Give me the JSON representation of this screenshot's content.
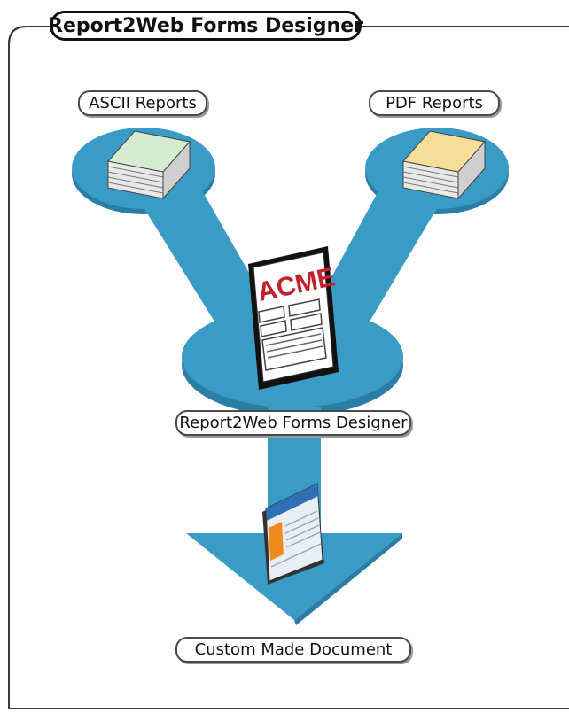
{
  "title": "Report2Web Forms Designer",
  "labels": {
    "ascii_reports": "ASCII Reports",
    "pdf_reports": "PDF Reports",
    "designer": "Report2Web Forms Designer",
    "output": "Custom Made Document"
  },
  "form_logo_text": "ACME",
  "colors": {
    "flow_blue": "#3a9bc4",
    "flow_shadow": "#2a7ea6",
    "frame": "#3a3a3a",
    "logo_red": "#c4202b"
  },
  "icons": {
    "ascii_stack": "paper-stack-green-icon",
    "pdf_stack": "paper-stack-yellow-icon",
    "form": "acme-form-icon",
    "output_doc": "document-icon"
  }
}
